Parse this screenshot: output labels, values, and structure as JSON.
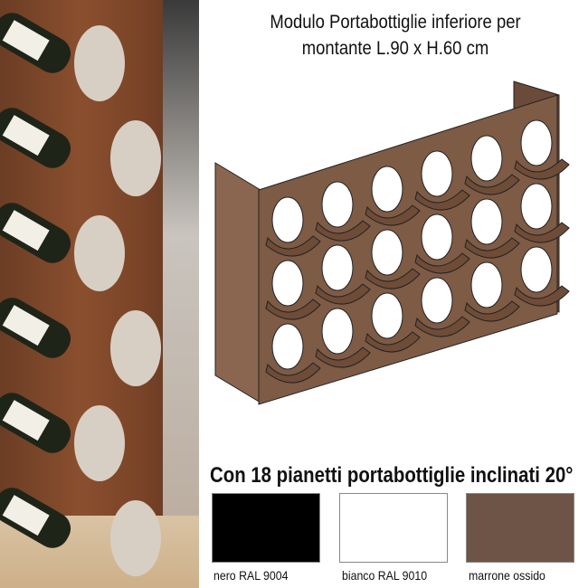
{
  "title_line1": "Modulo Portabottiglie inferiore per",
  "title_line2": "montante L.90 x H.60 cm",
  "subtitle": "Con 18 pianetti portabottiglie inclinati 20°",
  "swatches": [
    {
      "label": "nero RAL 9004",
      "color": "#000000"
    },
    {
      "label": "bianco RAL 9010",
      "color": "#ffffff"
    },
    {
      "label": "marrone ossido",
      "color": "#6e5446"
    }
  ],
  "rack_color": "#7e5b45",
  "rack_rows": 3,
  "rack_columns": 6
}
